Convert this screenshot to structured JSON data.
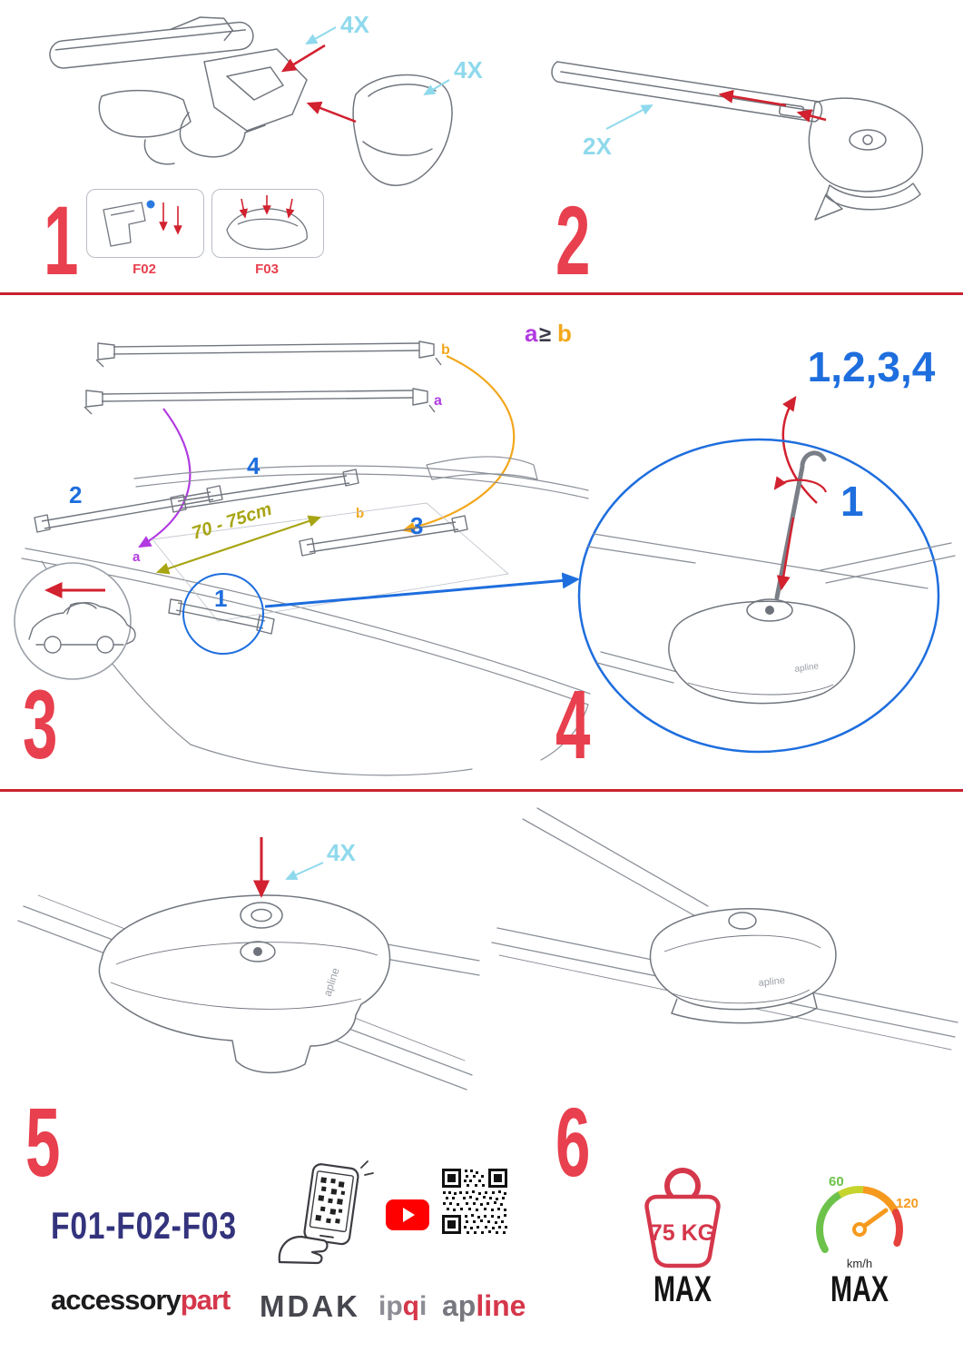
{
  "steps": {
    "s1": {
      "number": "1",
      "qty_clamp": "4X",
      "qty_cover": "4X",
      "inset_left_label": "F02",
      "inset_right_label": "F03"
    },
    "s2": {
      "number": "2",
      "qty": "2X"
    },
    "s3": {
      "number": "3",
      "bar_label_b": "b",
      "bar_label_a": "a",
      "rule_a": "a",
      "rule_gte": "≥",
      "rule_b": "b",
      "pos_1": "1",
      "pos_2": "2",
      "pos_3": "3",
      "pos_4": "4",
      "span_label": "70 - 75cm",
      "small_a": "a",
      "small_b": "b"
    },
    "s4": {
      "number": "4",
      "tighten_order": "1,2,3,4",
      "first_foot": "1",
      "foot_logo": "apline"
    },
    "s5": {
      "number": "5",
      "qty": "4X",
      "foot_logo": "apline"
    },
    "s6": {
      "number": "6",
      "foot_logo": "apline"
    }
  },
  "footer": {
    "models": "F01-F02-F03",
    "brand_accessory": "accessory",
    "brand_part": "part",
    "brand_mdak": "MDAK",
    "brand_ip": "ip",
    "brand_q": "q",
    "brand_i2": "i",
    "brand_ap": "ap",
    "brand_line": "line",
    "weight_value": "75 KG",
    "weight_max": "MAX",
    "speed_low": "60",
    "speed_high": "120",
    "speed_unit": "km/h",
    "speed_max": "MAX"
  }
}
